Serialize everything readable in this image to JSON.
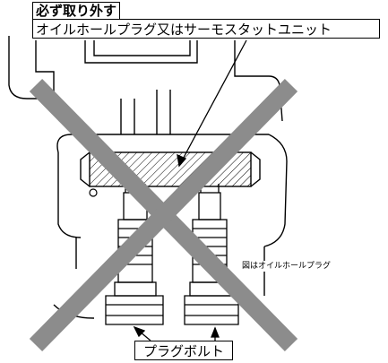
{
  "callout": {
    "title": "必ず取り外す",
    "subtitle": "オイルホールプラグ又はサーモスタットユニット"
  },
  "caption": "図はオイルホールプラグ",
  "bolt_label": "プラグボルト",
  "cross_color": "#8c8c8c",
  "icons": [
    "cross-out-mark"
  ]
}
